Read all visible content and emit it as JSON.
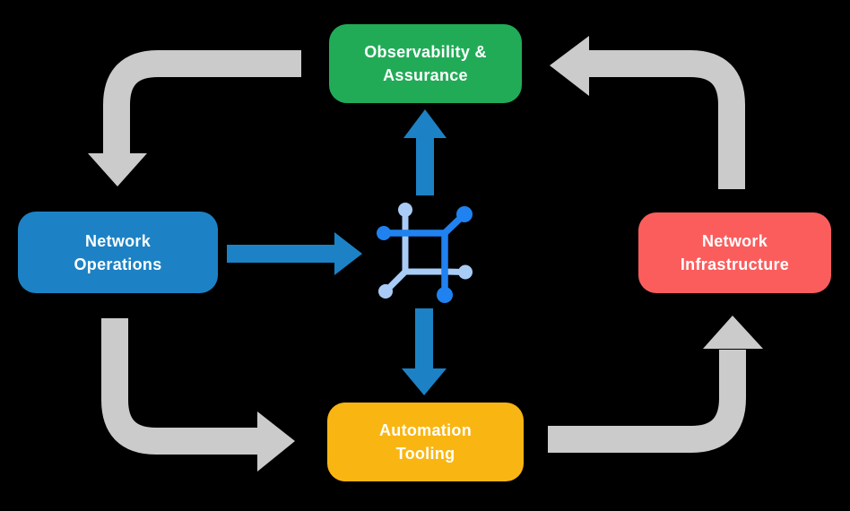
{
  "colors": {
    "background": "#000000",
    "arrow_gray": "#cbcbcb",
    "arrow_blue": "#1c82c5",
    "icon_dark_blue": "#2082f0",
    "icon_light_blue": "#a9ccf7",
    "node_text": "#ffffff"
  },
  "nodes": {
    "observability": {
      "lines": [
        "Observability &",
        "Assurance"
      ],
      "color": "#22ab57"
    },
    "operations": {
      "lines": [
        "Network",
        "Operations"
      ],
      "color": "#1c82c5"
    },
    "infrastructure": {
      "lines": [
        "Network",
        "Infrastructure"
      ],
      "color": "#fb5d5d"
    },
    "automation": {
      "lines": [
        "Automation",
        "Tooling"
      ],
      "color": "#f9b612"
    }
  },
  "icons": {
    "center": "network-fabric-icon"
  }
}
